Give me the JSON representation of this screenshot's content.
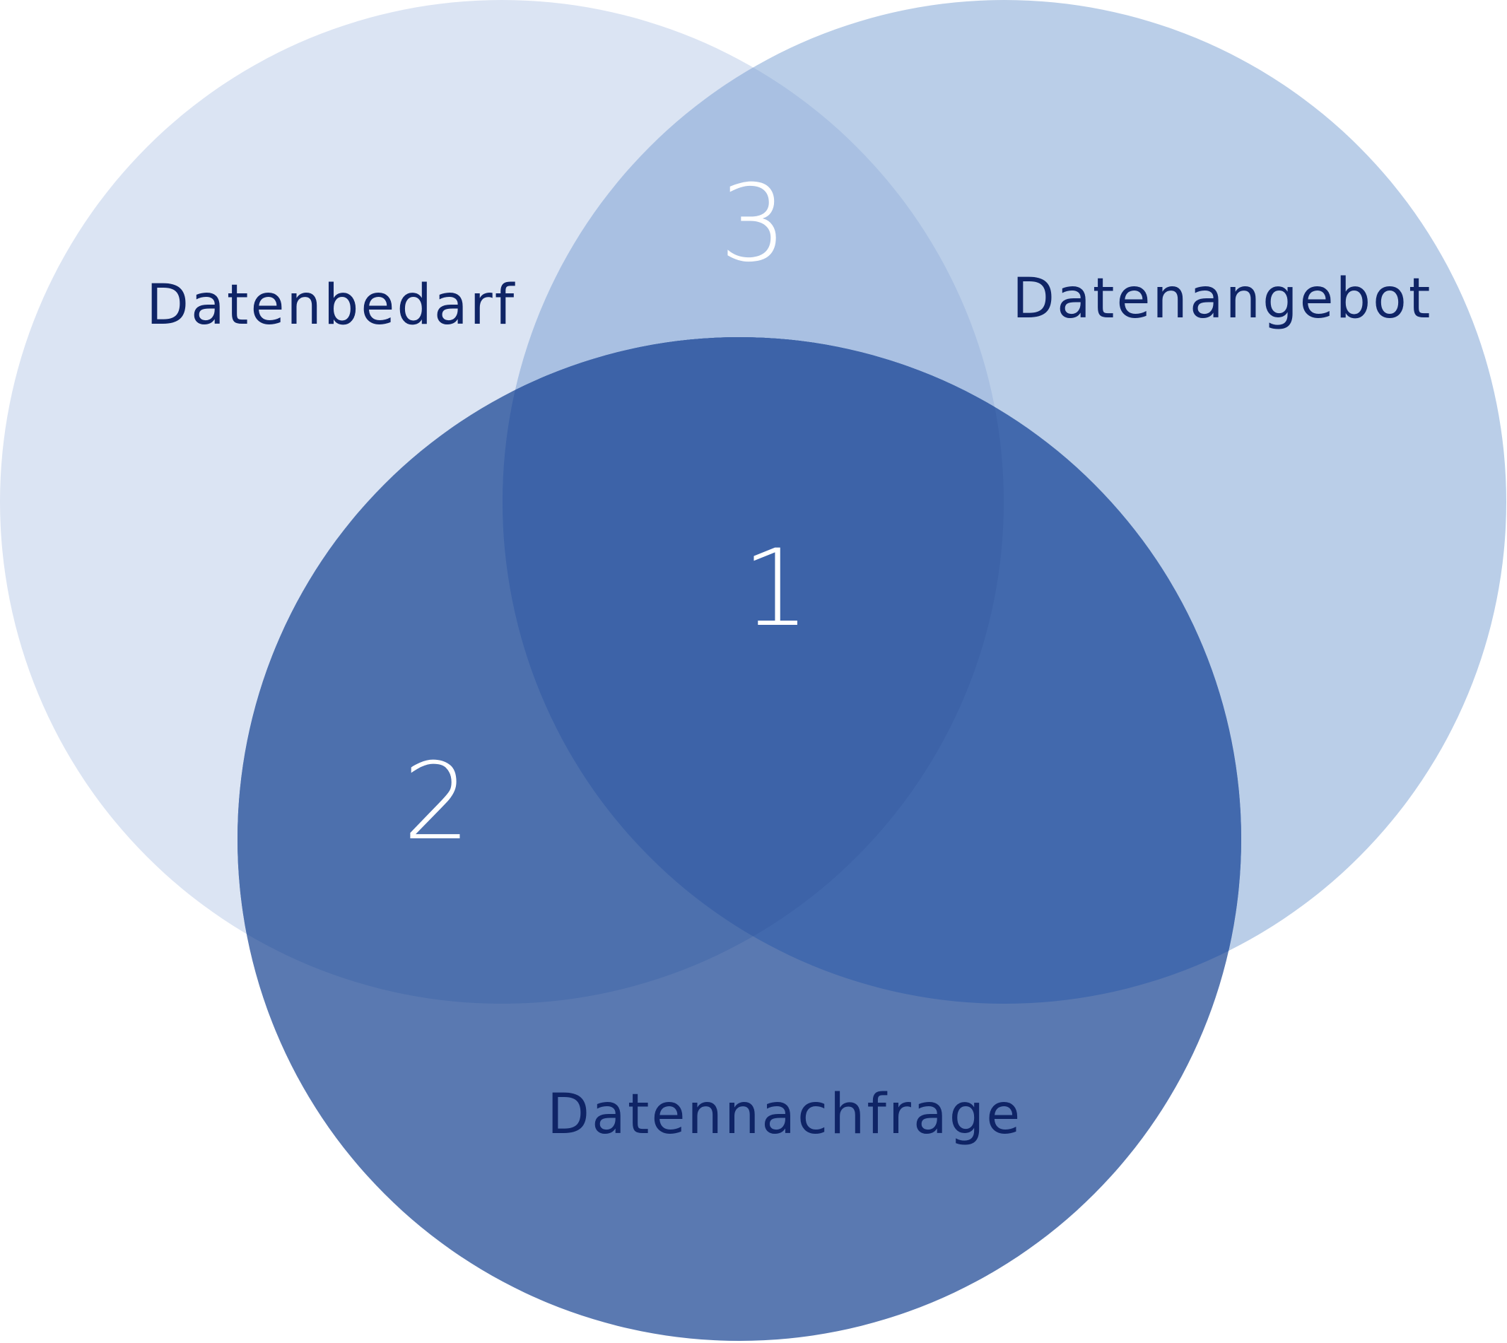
{
  "diagram": {
    "type": "venn",
    "sets": [
      {
        "id": "A",
        "label": "Datenbedarf",
        "color": "#dbe4f3"
      },
      {
        "id": "B",
        "label": "Datenangebot",
        "color": "#bacee8"
      },
      {
        "id": "C",
        "label": "Datennachfrage",
        "color": "#5a79b1"
      }
    ],
    "intersection_colors": {
      "AB": "#a9c0e2",
      "AC": "#4d70ad",
      "BC": "#4269ad",
      "ABC": "#3d63a8"
    },
    "regions": [
      {
        "number": "1",
        "sets": "A∩B∩C"
      },
      {
        "number": "2",
        "sets": "A∩C"
      },
      {
        "number": "3",
        "sets": "A∩B"
      }
    ],
    "text_color": "#0f2466"
  }
}
